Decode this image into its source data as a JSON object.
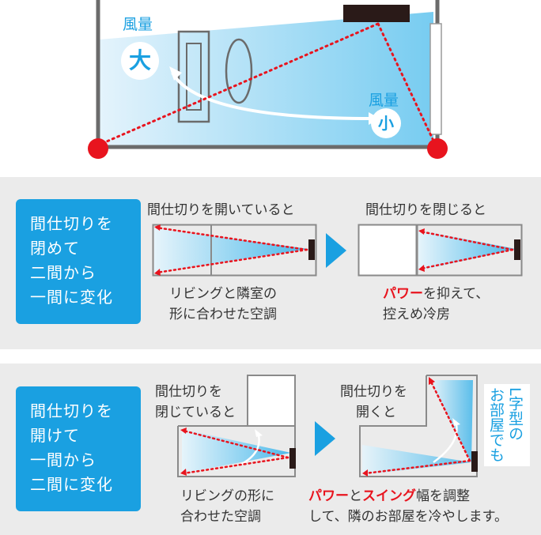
{
  "top": {
    "label_large_word": "風量",
    "label_large_value": "大",
    "label_small_word": "風量",
    "label_small_value": "小"
  },
  "panel1": {
    "tag_lines": [
      "間仕切りを",
      "閉めて",
      "二間から",
      "一間に変化"
    ],
    "left_heading": "間仕切りを開いていると",
    "left_caption_lines": [
      "リビングと隣室の",
      "形に合わせた空調"
    ],
    "right_heading": "間仕切りを閉じると",
    "right_caption_red": "パワー",
    "right_caption_rest": "を抑えて、",
    "right_caption_line2": "控えめ冷房"
  },
  "panel2": {
    "tag_lines": [
      "間仕切りを",
      "開けて",
      "一間から",
      "二間に変化"
    ],
    "left_heading_lines": [
      "間仕切りを",
      "閉じていると"
    ],
    "left_caption_lines": [
      "リビングの形に",
      "合わせた空調"
    ],
    "right_heading_lines": [
      "間仕切りを",
      "開くと"
    ],
    "vertical_label_lines": [
      "L字型の",
      "お部屋でも"
    ],
    "bottom_caption_red1": "パワー",
    "bottom_caption_mid": "と",
    "bottom_caption_red2": "スイング",
    "bottom_caption_rest": "幅を調整",
    "bottom_caption_line2": "して、隣のお部屋を冷やします。"
  },
  "colors": {
    "accent_blue": "#1aa0e1",
    "power_red": "#e8141e",
    "panel_gray": "#ebebeb",
    "unit_black": "#2a1a18"
  }
}
